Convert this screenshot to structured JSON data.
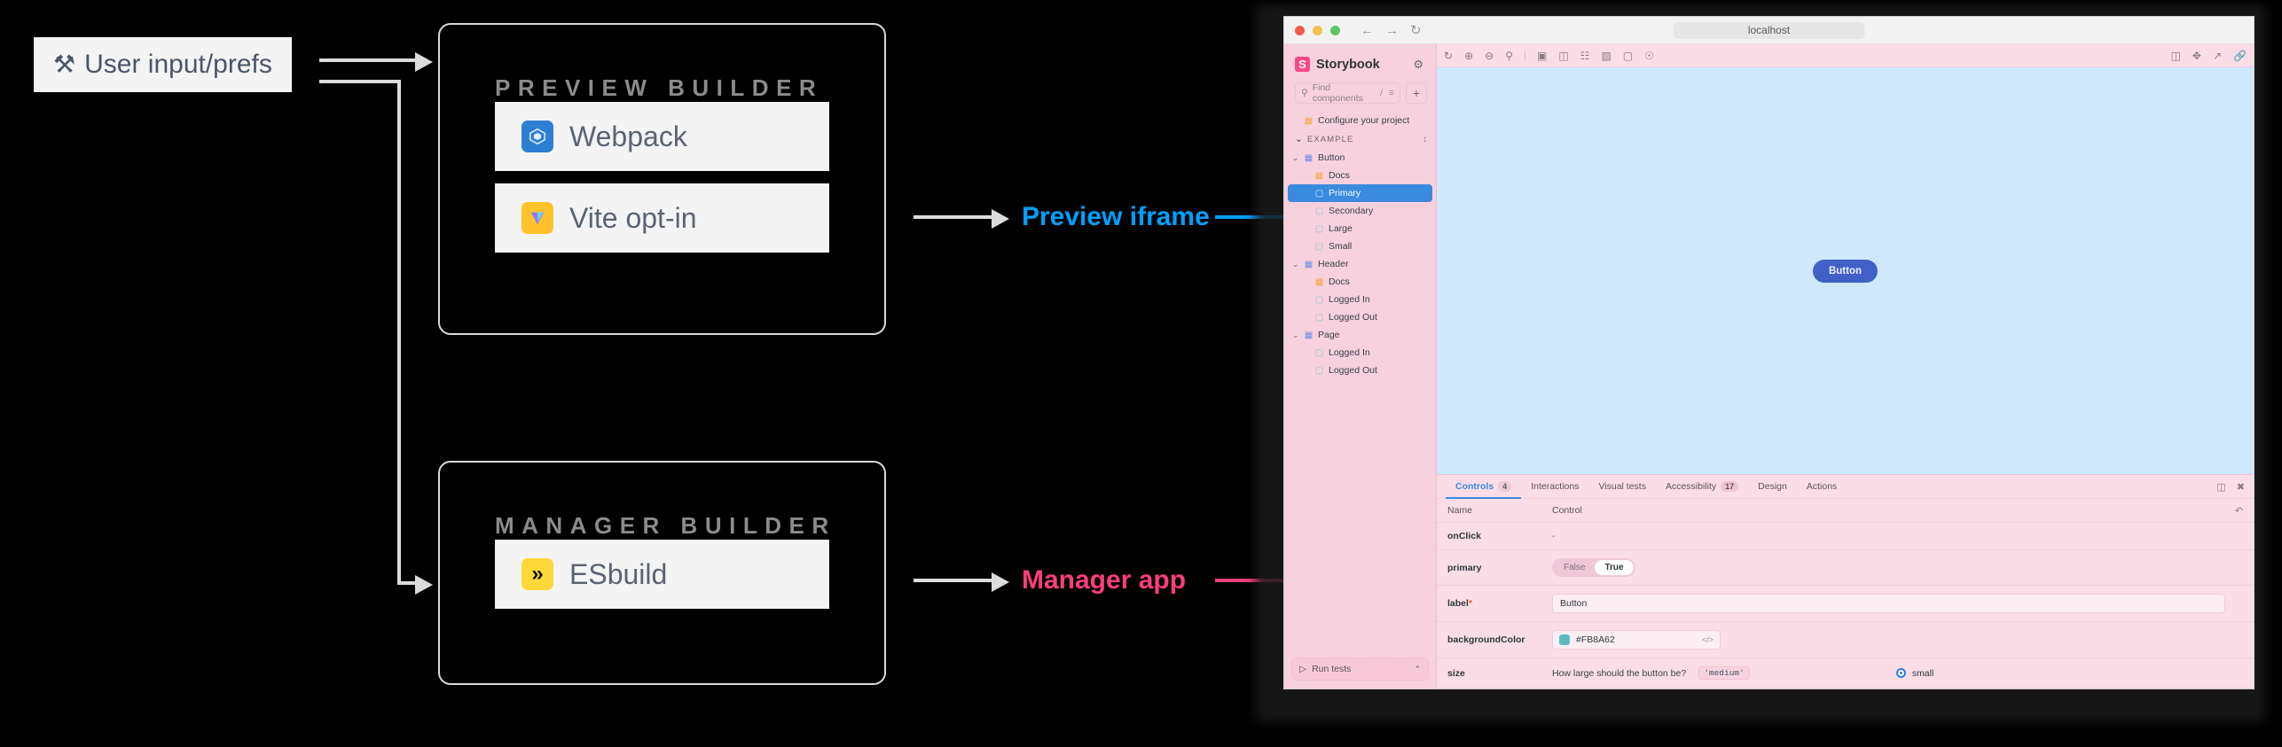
{
  "diagram": {
    "input_chip": {
      "label": "User input/prefs",
      "icon": "tools-icon",
      "glyph": "⚒"
    },
    "preview_box": {
      "title": "PREVIEW BUILDER",
      "rows": [
        {
          "label": "Webpack",
          "icon": "webpack-icon",
          "color": "#2e7fd4"
        },
        {
          "label": "Vite opt-in",
          "icon": "vite-icon",
          "color": "#ffc22b"
        }
      ]
    },
    "manager_box": {
      "title": "MANAGER BUILDER",
      "rows": [
        {
          "label": "ESbuild",
          "icon": "esbuild-icon",
          "color": "#ffd93a",
          "glyph": "»"
        }
      ]
    },
    "connectors": [
      {
        "label": "Preview iframe",
        "color": "#00a0ff"
      },
      {
        "label": "Manager app",
        "color": "#fa3e7e"
      }
    ]
  },
  "storybook": {
    "chrome": {
      "url": "localhost",
      "back_icon": "back-arrow-icon",
      "forward_icon": "forward-arrow-icon",
      "reload_icon": "reload-icon"
    },
    "sidebar": {
      "brand": "Storybook",
      "logo_letter": "S",
      "gear_icon": "gear-icon",
      "search": {
        "placeholder": "Find components",
        "shortcut": "/",
        "filter_icon": "filter-icon"
      },
      "add_button": "+",
      "tree": [
        {
          "label": "Configure your project",
          "icon": "doc-icon",
          "depth": 1,
          "type": "doc",
          "chevron": ""
        },
        {
          "label": "EXAMPLE",
          "icon": "",
          "depth": 0,
          "type": "group",
          "chevron": "⌄"
        },
        {
          "label": "Button",
          "icon": "component-icon",
          "depth": 1,
          "type": "component",
          "chevron": "⌄"
        },
        {
          "label": "Docs",
          "icon": "doc-icon",
          "depth": 2,
          "type": "doc",
          "chevron": ""
        },
        {
          "label": "Primary",
          "icon": "story-icon",
          "depth": 2,
          "type": "story",
          "chevron": "",
          "selected": true
        },
        {
          "label": "Secondary",
          "icon": "story-icon",
          "depth": 2,
          "type": "story",
          "chevron": ""
        },
        {
          "label": "Large",
          "icon": "story-icon",
          "depth": 2,
          "type": "story",
          "chevron": ""
        },
        {
          "label": "Small",
          "icon": "story-icon",
          "depth": 2,
          "type": "story",
          "chevron": ""
        },
        {
          "label": "Header",
          "icon": "component-icon",
          "depth": 1,
          "type": "component",
          "chevron": "⌄"
        },
        {
          "label": "Docs",
          "icon": "doc-icon",
          "depth": 2,
          "type": "doc",
          "chevron": ""
        },
        {
          "label": "Logged In",
          "icon": "story-icon",
          "depth": 2,
          "type": "story",
          "chevron": ""
        },
        {
          "label": "Logged Out",
          "icon": "story-icon",
          "depth": 2,
          "type": "story",
          "chevron": ""
        },
        {
          "label": "Page",
          "icon": "component-icon",
          "depth": 1,
          "type": "component",
          "chevron": "⌄"
        },
        {
          "label": "Logged In",
          "icon": "story-icon",
          "depth": 2,
          "type": "story",
          "chevron": ""
        },
        {
          "label": "Logged Out",
          "icon": "story-icon",
          "depth": 2,
          "type": "story",
          "chevron": ""
        }
      ],
      "run_tests": {
        "label": "Run tests",
        "play_icon": "play-icon",
        "chevron": "⌃"
      }
    },
    "toolbar": {
      "left_icons": [
        "reload-icon",
        "zoom-in-icon",
        "zoom-out-icon",
        "zoom-reset-icon"
      ],
      "mid_icons": [
        "backgrounds-icon",
        "viewport-icon",
        "grid-icon",
        "measure-icon",
        "outline-icon",
        "accessibility-icon"
      ],
      "right_icons": [
        "sidebar-toggle-icon",
        "fullscreen-icon",
        "open-new-tab-icon",
        "copy-link-icon"
      ]
    },
    "canvas": {
      "button_label": "Button",
      "background": "#cfe8fb",
      "button_color": "#4060c8"
    },
    "panel": {
      "tabs": [
        {
          "label": "Controls",
          "badge": "4",
          "active": true
        },
        {
          "label": "Interactions",
          "badge": "",
          "active": false
        },
        {
          "label": "Visual tests",
          "badge": "",
          "active": false
        },
        {
          "label": "Accessibility",
          "badge": "17",
          "active": false
        },
        {
          "label": "Design",
          "badge": "",
          "active": false
        },
        {
          "label": "Actions",
          "badge": "",
          "active": false
        }
      ],
      "right_icons": [
        "panel-position-icon",
        "close-panel-icon"
      ],
      "columns": [
        "Name",
        "Control"
      ],
      "undo_icon": "undo-icon",
      "rows": [
        {
          "name": "onClick",
          "required": false,
          "kind": "dash",
          "value": "-"
        },
        {
          "name": "primary",
          "required": false,
          "kind": "toggle",
          "options": [
            "False",
            "True"
          ],
          "value": "True"
        },
        {
          "name": "label",
          "required": true,
          "kind": "text",
          "value": "Button"
        },
        {
          "name": "backgroundColor",
          "required": false,
          "kind": "color",
          "value": "#FB8A62",
          "swatch": "#5bbcc0"
        },
        {
          "name": "size",
          "required": false,
          "kind": "radio",
          "hint": "How large should the button be?",
          "token": "'medium'",
          "option": "small"
        }
      ]
    }
  }
}
